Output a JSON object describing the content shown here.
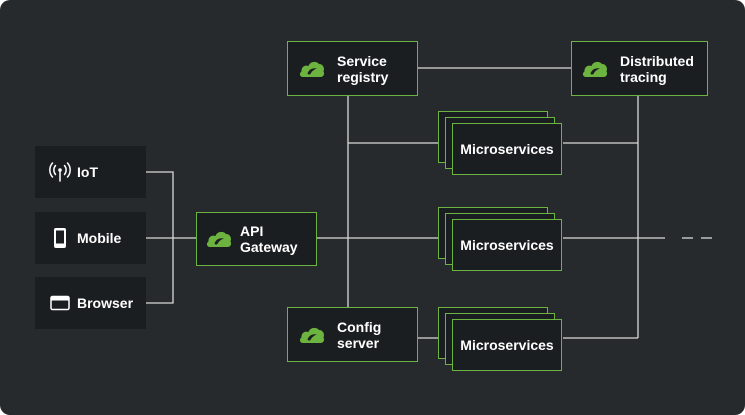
{
  "colors": {
    "background": "#262a2d",
    "box_fill": "#1b1e20",
    "accent": "#6db33f",
    "line": "#d9d9d9",
    "text": "#ffffff"
  },
  "clients": [
    {
      "label": "IoT",
      "icon": "antenna-icon"
    },
    {
      "label": "Mobile",
      "icon": "phone-icon"
    },
    {
      "label": "Browser",
      "icon": "browser-window-icon"
    }
  ],
  "gateway": {
    "label": "API\nGateway",
    "icon": "spring-logo-icon"
  },
  "service_registry": {
    "label": "Service\nregistry",
    "icon": "spring-logo-icon"
  },
  "config_server": {
    "label": "Config\nserver",
    "icon": "spring-logo-icon"
  },
  "distributed_tracing": {
    "label": "Distributed\ntracing",
    "icon": "spring-logo-icon"
  },
  "microservices": [
    {
      "label": "Microservices"
    },
    {
      "label": "Microservices"
    },
    {
      "label": "Microservices"
    }
  ]
}
